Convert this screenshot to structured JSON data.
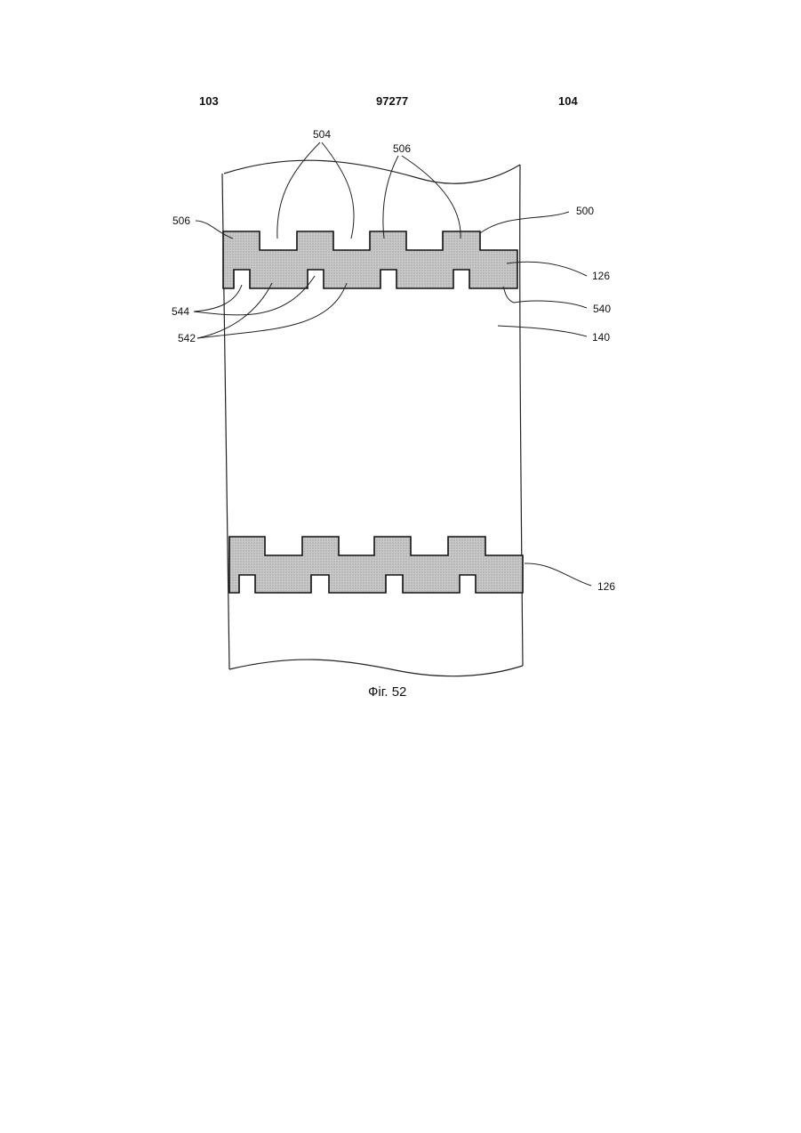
{
  "header": {
    "left_page": "103",
    "patent_number": "97277",
    "right_page": "104"
  },
  "figure": {
    "caption": "Фіг. 52",
    "labels": {
      "l504": "504",
      "l506_top": "506",
      "l506_left": "506",
      "l500": "500",
      "l126_top": "126",
      "l544": "544",
      "l540": "540",
      "l542": "542",
      "l140": "140",
      "l126_bottom": "126"
    }
  }
}
